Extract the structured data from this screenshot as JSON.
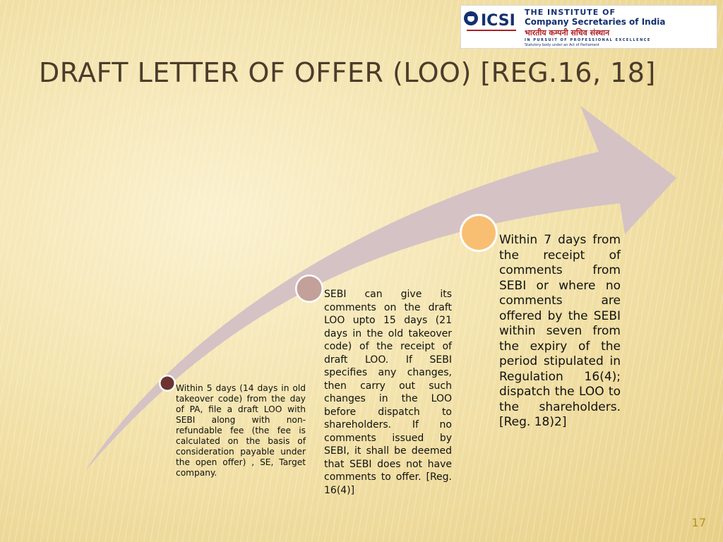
{
  "logo": {
    "abbreviation": "ICSI",
    "line1": "THE INSTITUTE OF",
    "line2": "Company Secretaries of India",
    "line3": "भारतीय कम्पनी सचिव संस्थान",
    "line4": "IN PURSUIT OF PROFESSIONAL EXCELLENCE",
    "line5": "Statutory body under an Act of Parliament",
    "colors": {
      "navy": "#13306f",
      "red": "#b01e23"
    }
  },
  "title": "DRAFT LETTER OF OFFER (LOO) [REG.16, 18]",
  "steps": [
    {
      "marker_color": "#6b3431",
      "text": "Within 5 days (14 days in old takeover code) from the day of PA, file a draft LOO with SEBI along with non-refundable fee (the fee is calculated on the basis of consideration payable under the open offer) , SE, Target company."
    },
    {
      "marker_color": "#c3a09a",
      "text": "SEBI can give its comments on the draft LOO upto 15 days (21 days in the old takeover code) of the receipt of draft LOO. If SEBI specifies any changes, then carry out such changes in the LOO before dispatch to shareholders. If no comments issued by SEBI, it shall be deemed that SEBI does not have comments to offer. [Reg. 16(4)]"
    },
    {
      "marker_color": "#f8bf72",
      "text": "Within 7 days from the receipt of comments from SEBI or where no comments are offered by the SEBI within seven from the expiry of the period stipulated in Regulation 16(4); dispatch the LOO to the shareholders. [Reg. 18)2]"
    }
  ],
  "arrow_color": "#d5c2c5",
  "page_number": "17"
}
